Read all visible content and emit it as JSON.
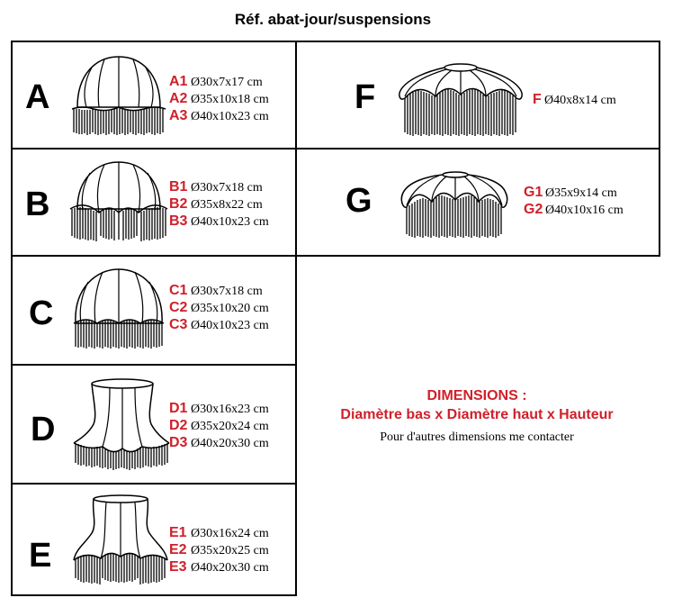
{
  "title": "Réf. abat-jour/suspensions",
  "panels": [
    {
      "letter": "A",
      "specs": [
        {
          "code": "A1",
          "dims": "Ø30x7x17 cm"
        },
        {
          "code": "A2",
          "dims": "Ø35x10x18 cm"
        },
        {
          "code": "A3",
          "dims": "Ø40x10x23 cm"
        }
      ]
    },
    {
      "letter": "B",
      "specs": [
        {
          "code": "B1",
          "dims": "Ø30x7x18 cm"
        },
        {
          "code": "B2",
          "dims": "Ø35x8x22 cm"
        },
        {
          "code": "B3",
          "dims": "Ø40x10x23 cm"
        }
      ]
    },
    {
      "letter": "C",
      "specs": [
        {
          "code": "C1",
          "dims": "Ø30x7x18 cm"
        },
        {
          "code": "C2",
          "dims": "Ø35x10x20 cm"
        },
        {
          "code": "C3",
          "dims": "Ø40x10x23 cm"
        }
      ]
    },
    {
      "letter": "D",
      "specs": [
        {
          "code": "D1",
          "dims": "Ø30x16x23 cm"
        },
        {
          "code": "D2",
          "dims": "Ø35x20x24 cm"
        },
        {
          "code": "D3",
          "dims": "Ø40x20x30 cm"
        }
      ]
    },
    {
      "letter": "E",
      "specs": [
        {
          "code": "E1",
          "dims": "Ø30x16x24 cm"
        },
        {
          "code": "E2",
          "dims": "Ø35x20x25 cm"
        },
        {
          "code": "E3",
          "dims": "Ø40x20x30 cm"
        }
      ]
    },
    {
      "letter": "F",
      "specs": [
        {
          "code": "F",
          "dims": "Ø40x8x14 cm"
        }
      ]
    },
    {
      "letter": "G",
      "specs": [
        {
          "code": "G1",
          "dims": "Ø35x9x14 cm"
        },
        {
          "code": "G2",
          "dims": "Ø40x10x16 cm"
        }
      ]
    }
  ],
  "info": {
    "heading": "DIMENSIONS :",
    "subheading": "Diamètre bas x Diamètre haut x Hauteur",
    "note": "Pour d'autres dimensions me contacter"
  }
}
